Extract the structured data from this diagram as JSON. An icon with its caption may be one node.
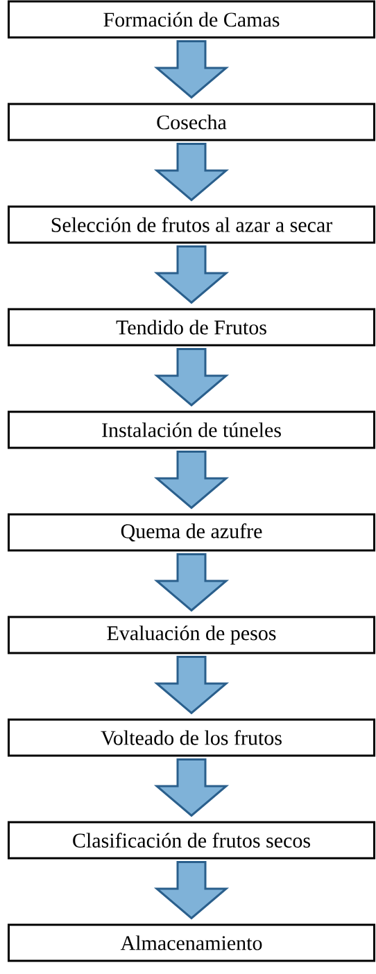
{
  "diagram": {
    "nodes": [
      {
        "text": [
          "Formación de Camas"
        ]
      },
      {
        "text": [
          "Cosecha"
        ]
      },
      {
        "text": [
          "Selección de frutos al azar a secar"
        ]
      },
      {
        "text": [
          "Tendido de Frutos"
        ]
      },
      {
        "text": [
          "Instalación de túneles"
        ]
      },
      {
        "text": [
          "Quema de azufre"
        ]
      },
      {
        "text": [
          "Evaluación de pesos"
        ]
      },
      {
        "text": [
          "Volteado de los frutos"
        ]
      },
      {
        "text": [
          "Clasificación de frutos secos"
        ]
      },
      {
        "text": [
          "Almacenamiento"
        ]
      }
    ],
    "edges": [
      {
        "from": 0,
        "to": 1,
        "arrow": "to"
      },
      {
        "from": 1,
        "to": 2,
        "arrow": "to"
      },
      {
        "from": 2,
        "to": 3,
        "arrow": "to"
      },
      {
        "from": 3,
        "to": 4,
        "arrow": "to"
      },
      {
        "from": 4,
        "to": 5,
        "arrow": "to"
      },
      {
        "from": 5,
        "to": 6,
        "arrow": "to"
      },
      {
        "from": 6,
        "to": 7,
        "arrow": "to"
      },
      {
        "from": 7,
        "to": 8,
        "arrow": "to"
      },
      {
        "from": 8,
        "to": 9,
        "arrow": "to"
      }
    ]
  }
}
